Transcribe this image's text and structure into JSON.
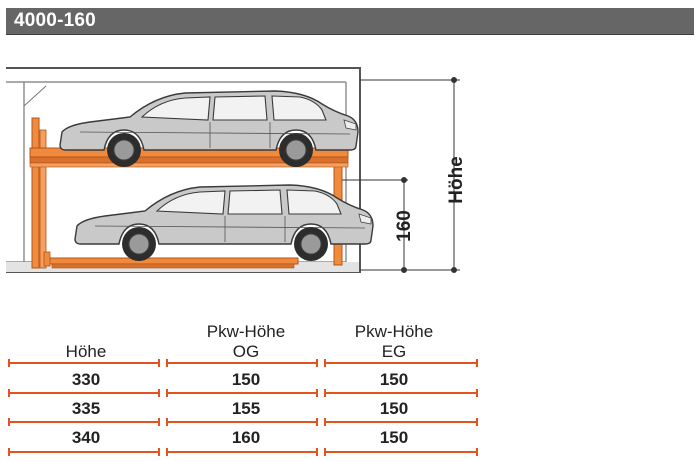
{
  "title": "4000-160",
  "dimensions": {
    "total_height_label": "Höhe",
    "lower_level_label": "160"
  },
  "table": {
    "headers": [
      {
        "lines": [
          "",
          "Höhe"
        ]
      },
      {
        "lines": [
          "Pkw-Höhe",
          "OG"
        ]
      },
      {
        "lines": [
          "Pkw-Höhe",
          "EG"
        ]
      }
    ],
    "rows": [
      [
        "330",
        "150",
        "150"
      ],
      [
        "335",
        "155",
        "150"
      ],
      [
        "340",
        "160",
        "150"
      ]
    ]
  },
  "colors": {
    "platform": "#f08a3c",
    "platform_dark": "#c8601e",
    "rule": "#e2531f",
    "title_bg": "#666666",
    "car_body": "#c9c9c9"
  }
}
